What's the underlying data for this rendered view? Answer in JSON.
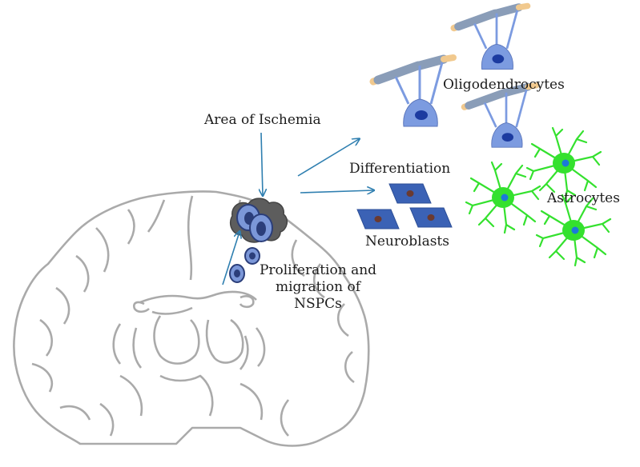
{
  "labels": {
    "area_of_ischemia": "Area of Ischemia",
    "differentiation": "Differentiation",
    "oligodendrocytes": "Oligodendrocytes",
    "astrocytes": "Astrocytes",
    "neuroblasts": "Neuroblasts",
    "prolif_line1": "Proliferation and",
    "prolif_line2": "migration of",
    "prolif_line3": "NSPCs"
  },
  "colors": {
    "brain_outline": "#aaaaaa",
    "arrow": "#2f7fb0",
    "ischemia": "#5d5d5d",
    "nspc_fill": "#7b97d8",
    "nspc_nucleus": "#2b3e7a",
    "oligo_body": "#7c9be0",
    "oligo_nucleus": "#1c3ba0",
    "myelin": "#8a9db8",
    "myelin_tip": "#f1c98e",
    "astrocyte": "#34e12e",
    "astrocyte_nucleus": "#1c7ad8",
    "neuroblast": "#3b62b5",
    "neuroblast_nucleus": "#6b3a30"
  }
}
